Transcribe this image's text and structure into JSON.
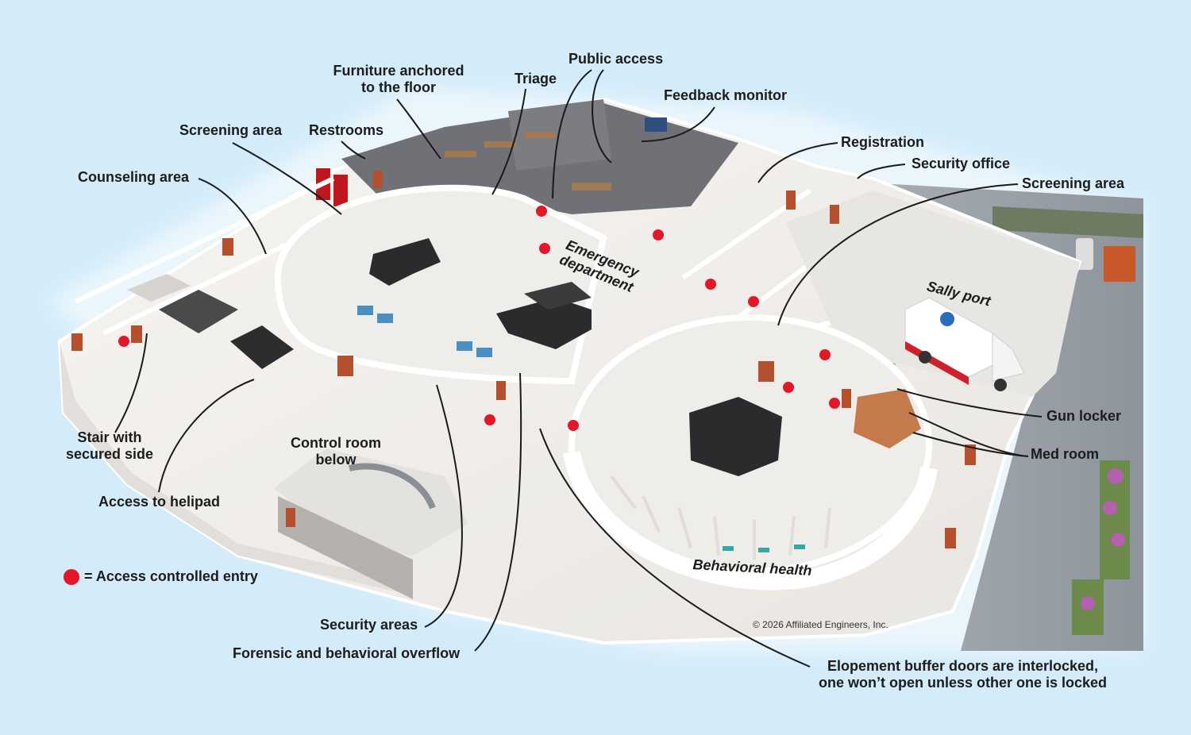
{
  "callouts": {
    "furniture_anchored": "Furniture anchored\nto the floor",
    "public_access": "Public access",
    "triage": "Triage",
    "feedback_monitor": "Feedback monitor",
    "screening_area_left": "Screening area",
    "restrooms": "Restrooms",
    "registration": "Registration",
    "security_office": "Security office",
    "screening_area_right": "Screening area",
    "counseling_area": "Counseling area",
    "stair_secured": "Stair with\nsecured side",
    "control_room": "Control room\nbelow",
    "access_helipad": "Access to helipad",
    "gun_locker": "Gun locker",
    "med_room": "Med room",
    "security_areas": "Security areas",
    "forensic_overflow": "Forensic and behavioral overflow",
    "elopement": "Elopement buffer doors are interlocked,\none won’t open unless other one is locked"
  },
  "floor_labels": {
    "emergency": "Emergency\ndepartment",
    "sally_port": "Sally port",
    "behavioral_health": "Behavioral health"
  },
  "legend": {
    "text": "= Access controlled entry",
    "color": "#e3162a"
  },
  "copyright": "© 2026 Affiliated Engineers, Inc.",
  "colors": {
    "background": "#d4ecfa",
    "access_dot": "#e3162a",
    "floor": "#f1eeea",
    "wall": "#ffffff",
    "door": "#b5502f",
    "dark_floor": "#6c6e74",
    "road": "#9aa0a8"
  }
}
